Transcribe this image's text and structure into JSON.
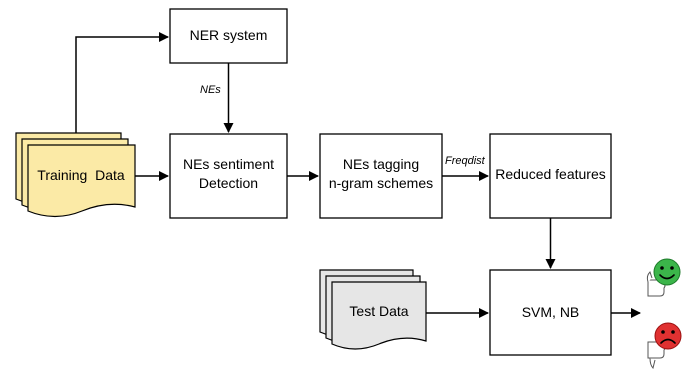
{
  "nodes": {
    "ner_system": "NER system",
    "training_data": "Training  Data",
    "nes_sentiment_line1": "NEs sentiment",
    "nes_sentiment_line2": "Detection",
    "nes_tagging_line1": "NEs tagging",
    "nes_tagging_line2": "n-gram schemes",
    "reduced_features": "Reduced features",
    "test_data": "Test Data",
    "classifier": "SVM, NB"
  },
  "edge_labels": {
    "nes": "NEs",
    "freqdist": "Freqdist"
  },
  "outputs": {
    "positive_icon": "thumbs-up-smiley-icon",
    "negative_icon": "thumbs-down-sad-icon"
  },
  "colors": {
    "training_fill": "#fbeaa6",
    "test_fill": "#e6e6e6",
    "positive": "#3bb54a",
    "negative": "#e03131",
    "stroke": "#000000"
  }
}
